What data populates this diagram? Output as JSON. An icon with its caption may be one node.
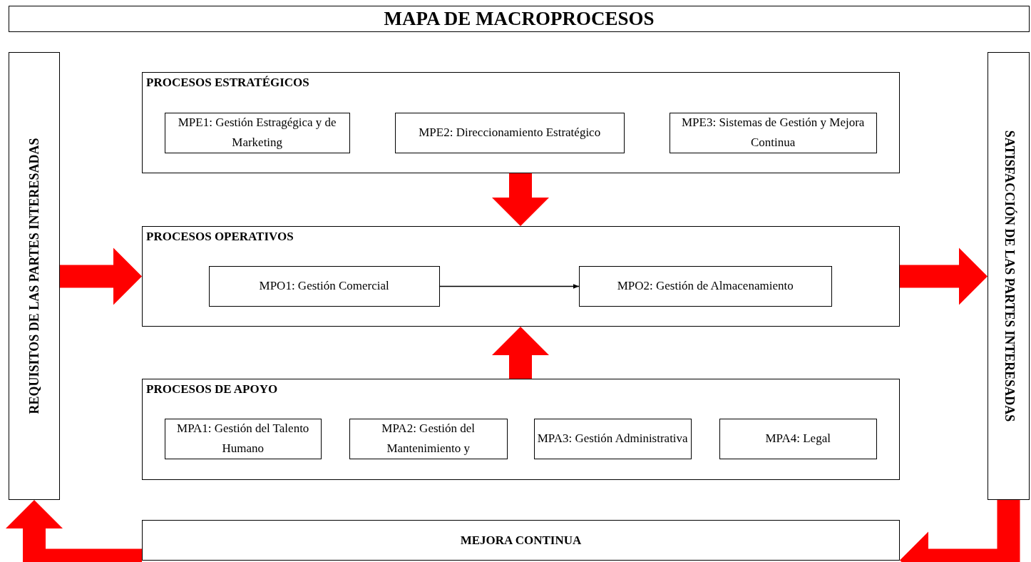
{
  "diagram": {
    "title": "MAPA DE MACROPROCESOS",
    "nodes": [
      {
        "text": [
          "REQUISITOS DE LAS PARTES INTERESADAS"
        ]
      },
      {
        "text": [
          "PROCESOS ESTRATÉGICOS"
        ]
      },
      {
        "text": [
          "MPE1: Gestión Estragégica y de Marketing"
        ],
        "in": 1
      },
      {
        "text": [
          "MPE2: Direccionamiento Estratégico"
        ],
        "in": 1
      },
      {
        "text": [
          "MPE3: Sistemas de Gestión y Mejora Continua"
        ],
        "in": 1
      },
      {
        "text": [
          "PROCESOS OPERATIVOS"
        ]
      },
      {
        "text": [
          "MPO1: Gestión Comercial"
        ],
        "in": 5
      },
      {
        "text": [
          "MPO2: Gestión de Almacenamiento"
        ],
        "in": 5
      },
      {
        "text": [
          "PROCESOS DE APOYO"
        ]
      },
      {
        "text": [
          "MPA1: Gestión del Talento Humano"
        ],
        "in": 8
      },
      {
        "text": [
          "MPA2: Gestión del Mantenimiento y"
        ],
        "in": 8
      },
      {
        "text": [
          "MPA3: Gestión Administrativa"
        ],
        "in": 8
      },
      {
        "text": [
          "MPA4: Legal"
        ],
        "in": 8
      },
      {
        "text": [
          "SATISFACCIÓN DE LAS PARTES INTERESADAS"
        ]
      },
      {
        "text": [
          "MEJORA CONTINUA"
        ]
      }
    ],
    "edges": [
      {
        "from": 0,
        "to": 5,
        "arrow": "to",
        "style": "thick"
      },
      {
        "from": 1,
        "to": 5,
        "arrow": "to",
        "style": "thick"
      },
      {
        "from": 6,
        "to": 7,
        "arrow": "to",
        "color": "#000000"
      },
      {
        "from": 8,
        "to": 5,
        "arrow": "to",
        "style": "thick"
      },
      {
        "from": 5,
        "to": 13,
        "arrow": "to",
        "style": "thick"
      },
      {
        "from": 13,
        "to": 14,
        "arrow": "to",
        "style": "thick"
      },
      {
        "from": 14,
        "to": 0,
        "arrow": "to",
        "style": "thick"
      }
    ]
  }
}
